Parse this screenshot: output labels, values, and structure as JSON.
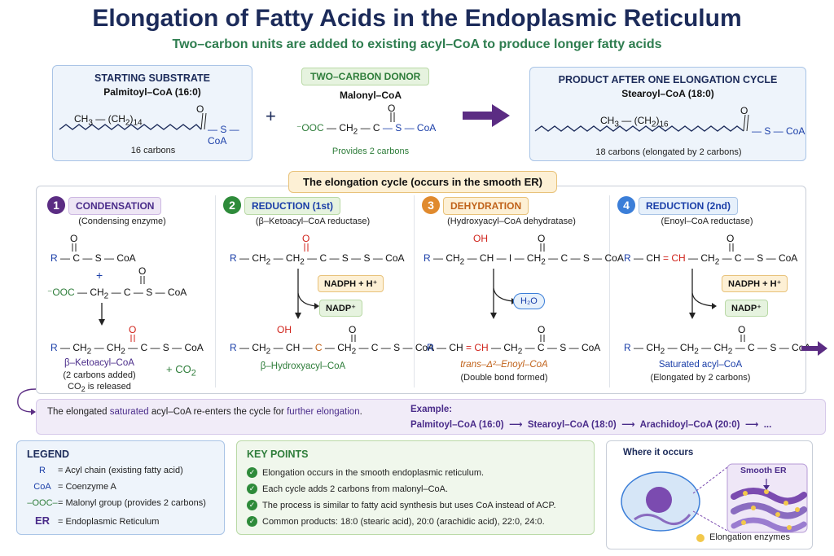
{
  "title": "Elongation of Fatty Acids in the Endoplasmic Reticulum",
  "subtitle": "Two–carbon units are added to existing acyl–CoA to produce longer fatty acids",
  "substrate": {
    "header": "STARTING SUBSTRATE",
    "name": "Palmitoyl–CoA (16:0)",
    "formula_left": "CH",
    "formula_sub3": "3",
    "formula_mid": " — (CH",
    "formula_sub2": "2",
    "formula_end": ")",
    "formula_n": "14",
    "o_label": "O",
    "s_coa": "— S — CoA",
    "caption": "16 carbons"
  },
  "plus": "+",
  "donor": {
    "header": "TWO–CARBON DONOR",
    "name": "Malonyl–CoA",
    "formula_left": "⁻OOC",
    "formula_mid": " — CH",
    "formula_sub": "2",
    "formula_c": " — C",
    "formula_end": " — S — CoA",
    "o_label": "O",
    "caption": "Provides 2 carbons"
  },
  "product": {
    "header": "PRODUCT AFTER ONE ELONGATION CYCLE",
    "name": "Stearoyl–CoA (18:0)",
    "formula_left": "CH",
    "formula_sub3": "3",
    "formula_mid": " — (CH",
    "formula_sub2": "2",
    "formula_end": ")",
    "formula_n": "16",
    "o_label": "O",
    "s_coa": "— S — CoA",
    "caption": "18 carbons (elongated by 2 carbons)"
  },
  "cycle_label": "The elongation cycle (occurs in the smooth ER)",
  "steps": [
    {
      "num": "1",
      "title": "CONDENSATION",
      "enzyme": "(Condensing enzyme)",
      "r1": "R",
      "r1_rest": " — C — S — CoA",
      "o1": "O",
      "plus": "+",
      "mal_left": "⁻OOC",
      "mal_mid": " — CH",
      "mal_sub": "2",
      "mal_end": " — C — S — CoA",
      "o2": "O",
      "prod_r": "R",
      "prod_rest": " — CH",
      "prod_sub": "2",
      "prod_rest2": " — CH",
      "prod_sub2": "2",
      "prod_rest3": " — C — S — CoA",
      "o3": "O",
      "prod_name": "β–Ketoacyl–CoA",
      "note1": "(2 carbons added)",
      "note2_a": "CO",
      "note2_sub": "2",
      "note2_b": " is released",
      "co2_a": "+ CO",
      "co2_sub": "2"
    },
    {
      "num": "2",
      "title": "REDUCTION (1st)",
      "enzyme": "(β–Ketoacyl–CoA reductase)",
      "sub_r": "R",
      "sub_rest": " — CH",
      "sub_s": "2",
      "sub_rest2": " — CH",
      "sub_s2": "2",
      "sub_c": " — C",
      "sub_end": " — S — S — CoA",
      "o1": "O",
      "cofactor_in": "NADPH + H⁺",
      "cofactor_out": "NADP⁺",
      "prod_r": "R",
      "prod_rest": " — CH",
      "prod_s": "2",
      "prod_ch": " — CH",
      "prod_dash": " — ",
      "prod_o": "C",
      "prod_rest3": " — CH",
      "prod_s3": "2",
      "prod_end": " — C — S — CoA",
      "oh": "OH",
      "o2": "O",
      "prod_name": "β–Hydroxyacyl–CoA"
    },
    {
      "num": "3",
      "title": "DEHYDRATION",
      "enzyme": "(Hydroxyacyl–CoA dehydratase)",
      "sub_r": "R",
      "sub_rest": " — CH",
      "sub_s": "2",
      "sub_ch": " — CH",
      "sub_mid": " — I — CH",
      "sub_s2": "2",
      "sub_end": " — C — S — CoA",
      "oh": "OH",
      "o1": "O",
      "water": "H₂O",
      "prod_r": "R",
      "prod_ch1": " — CH ",
      "prod_eq": "=",
      "prod_ch2": " CH",
      "prod_rest": " — CH",
      "prod_s": "2",
      "prod_end": " — C — S — CoA",
      "o2": "O",
      "prod_name": "trans–Δ²–Enoyl–CoA",
      "note": "(Double bond formed)"
    },
    {
      "num": "4",
      "title": "REDUCTION (2nd)",
      "enzyme": "(Enoyl–CoA reductase)",
      "sub_r": "R",
      "sub_ch": " — CH ",
      "sub_eq": "=",
      "sub_ch2": " CH",
      "sub_rest": " — CH",
      "sub_s": "2",
      "sub_end": " — C — S — CoA",
      "o1": "O",
      "cofactor_in": "NADPH + H⁺",
      "cofactor_out": "NADP⁺",
      "prod_r": "R",
      "prod_rest": " — CH",
      "prod_s": "2",
      "prod_rest2": " — CH",
      "prod_s2": "2",
      "prod_rest3": " — CH",
      "prod_s3": "2",
      "prod_end": " — C — S — CoA",
      "o2": "O",
      "prod_name": "Saturated acyl–CoA",
      "note": "(Elongated by 2 carbons)"
    }
  ],
  "reentry": {
    "text_a": "The elongated ",
    "text_b": "saturated",
    "text_c": " acyl–CoA re-enters the cycle for ",
    "text_d": "further elongation",
    "text_e": ".",
    "example_label": "Example:",
    "example_chain": "Palmitoyl–CoA (16:0)  ⟶  Stearoyl–CoA (18:0)  ⟶  Arachidoyl–CoA (20:0)  ⟶  ..."
  },
  "legend": {
    "title": "LEGEND",
    "rows": [
      {
        "sym": "R",
        "desc": "=  Acyl chain (existing fatty acid)"
      },
      {
        "sym": "CoA",
        "desc": "=  Coenzyme A"
      },
      {
        "sym": "–OOC–",
        "desc": "=  Malonyl group (provides 2 carbons)"
      },
      {
        "sym": "ER",
        "desc": "=  Endoplasmic Reticulum"
      }
    ]
  },
  "key_points": {
    "title": "KEY POINTS",
    "items": [
      "Elongation occurs in the smooth endoplasmic reticulum.",
      "Each cycle adds 2 carbons from malonyl–CoA.",
      "The process is similar to fatty acid synthesis but uses CoA instead of ACP.",
      "Common products: 18:0 (stearic acid), 20:0 (arachidic acid), 22:0, 24:0."
    ]
  },
  "where": {
    "title": "Where it occurs",
    "er_label": "Smooth ER",
    "legend_text": "Elongation enzymes"
  },
  "colors": {
    "step1": "#5b2c83",
    "step2": "#2e8b3a",
    "step3": "#e08a2e",
    "step4": "#3b7ed8",
    "arrow": "#5b2c83"
  }
}
